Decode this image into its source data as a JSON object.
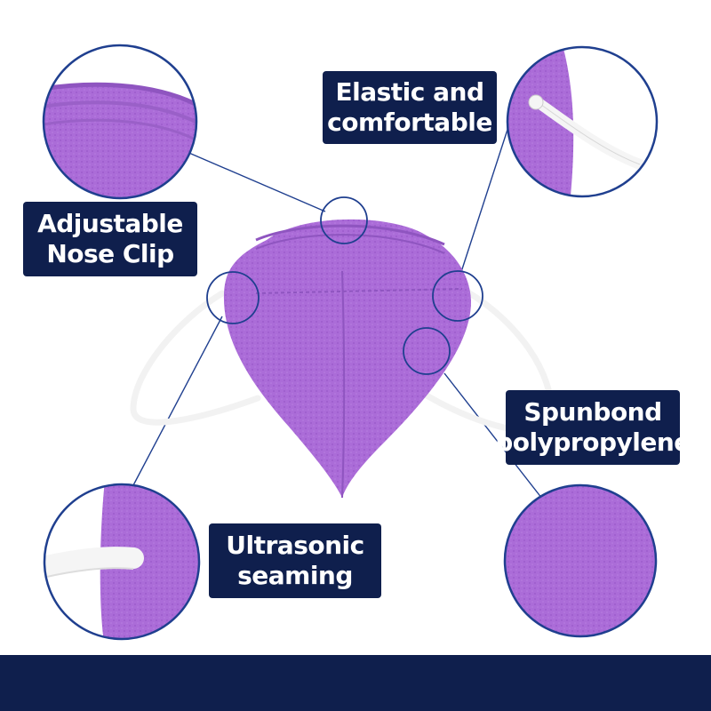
{
  "features": [
    {
      "id": "elastic",
      "lines": [
        "Elastic and",
        "comfortable"
      ]
    },
    {
      "id": "nose-clip",
      "lines": [
        "Adjustable",
        "Nose Clip"
      ]
    },
    {
      "id": "spunbond",
      "lines": [
        "Spunbond",
        "polypropylene"
      ]
    },
    {
      "id": "ultrasonic",
      "lines": [
        "Ultrasonic",
        "seaming"
      ]
    }
  ],
  "colors": {
    "label_bg": "#0f1f4d",
    "label_text": "#ffffff",
    "mask": "#a86ad6",
    "mask_dark": "#8f55c0",
    "callout_ring": "#1f3f8f",
    "footer": "#0f1f4d"
  }
}
